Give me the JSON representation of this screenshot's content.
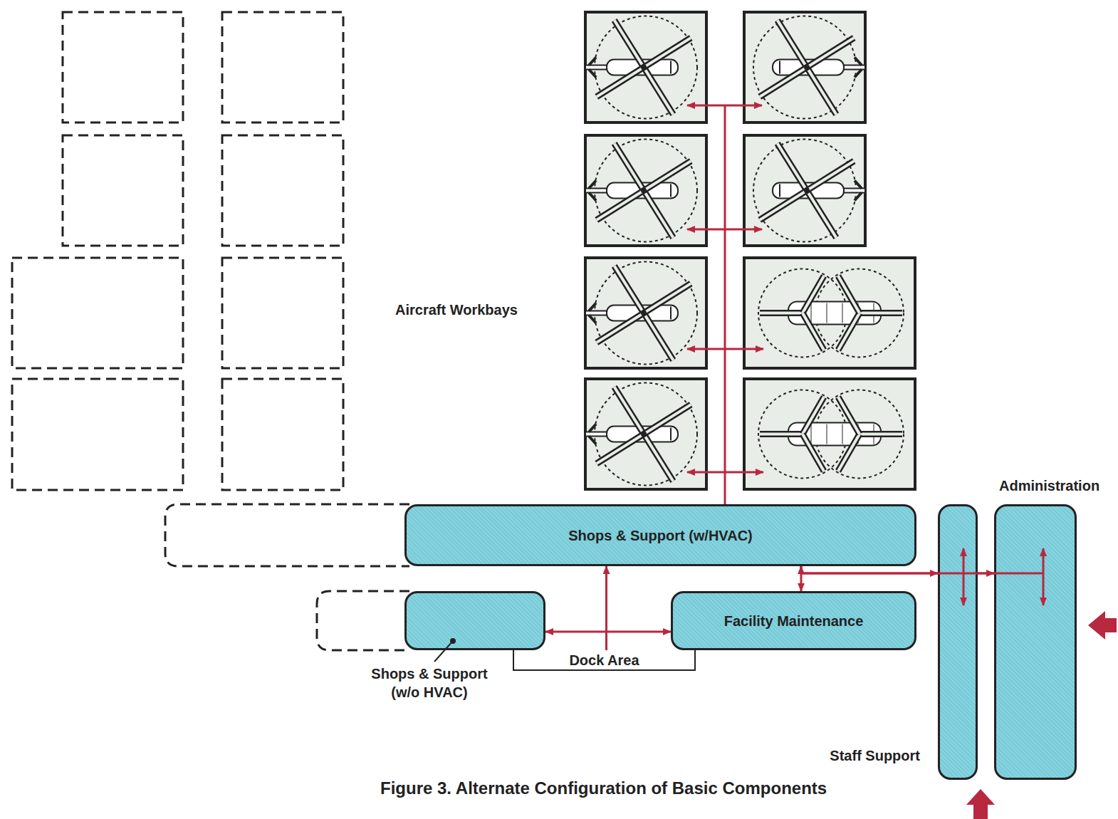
{
  "diagram": {
    "caption": "Figure 3. Alternate Configuration of Basic Components",
    "nodes": [
      {
        "text": [
          "Shops & Support (w/HVAC)"
        ]
      },
      {
        "text": [
          "Shops & Support (w/o HVAC)"
        ]
      },
      {
        "text": [
          "Dock Area"
        ]
      },
      {
        "text": [
          "Facility Maintenance"
        ]
      },
      {
        "text": [
          "Staff Support"
        ]
      },
      {
        "text": [
          "Administration"
        ]
      }
    ],
    "edges": [
      {
        "from": 2,
        "to": 0,
        "arrow": "to"
      },
      {
        "from": 2,
        "to": 1,
        "arrow": "to"
      },
      {
        "from": 2,
        "to": 3,
        "arrow": "to"
      },
      {
        "from": 0,
        "to": 3,
        "arrow": "both"
      },
      {
        "from": 0,
        "to": 4,
        "arrow": "to"
      },
      {
        "from": 0,
        "to": 5,
        "arrow": "to"
      }
    ],
    "labels": [
      "Aircraft Workbays"
    ]
  }
}
